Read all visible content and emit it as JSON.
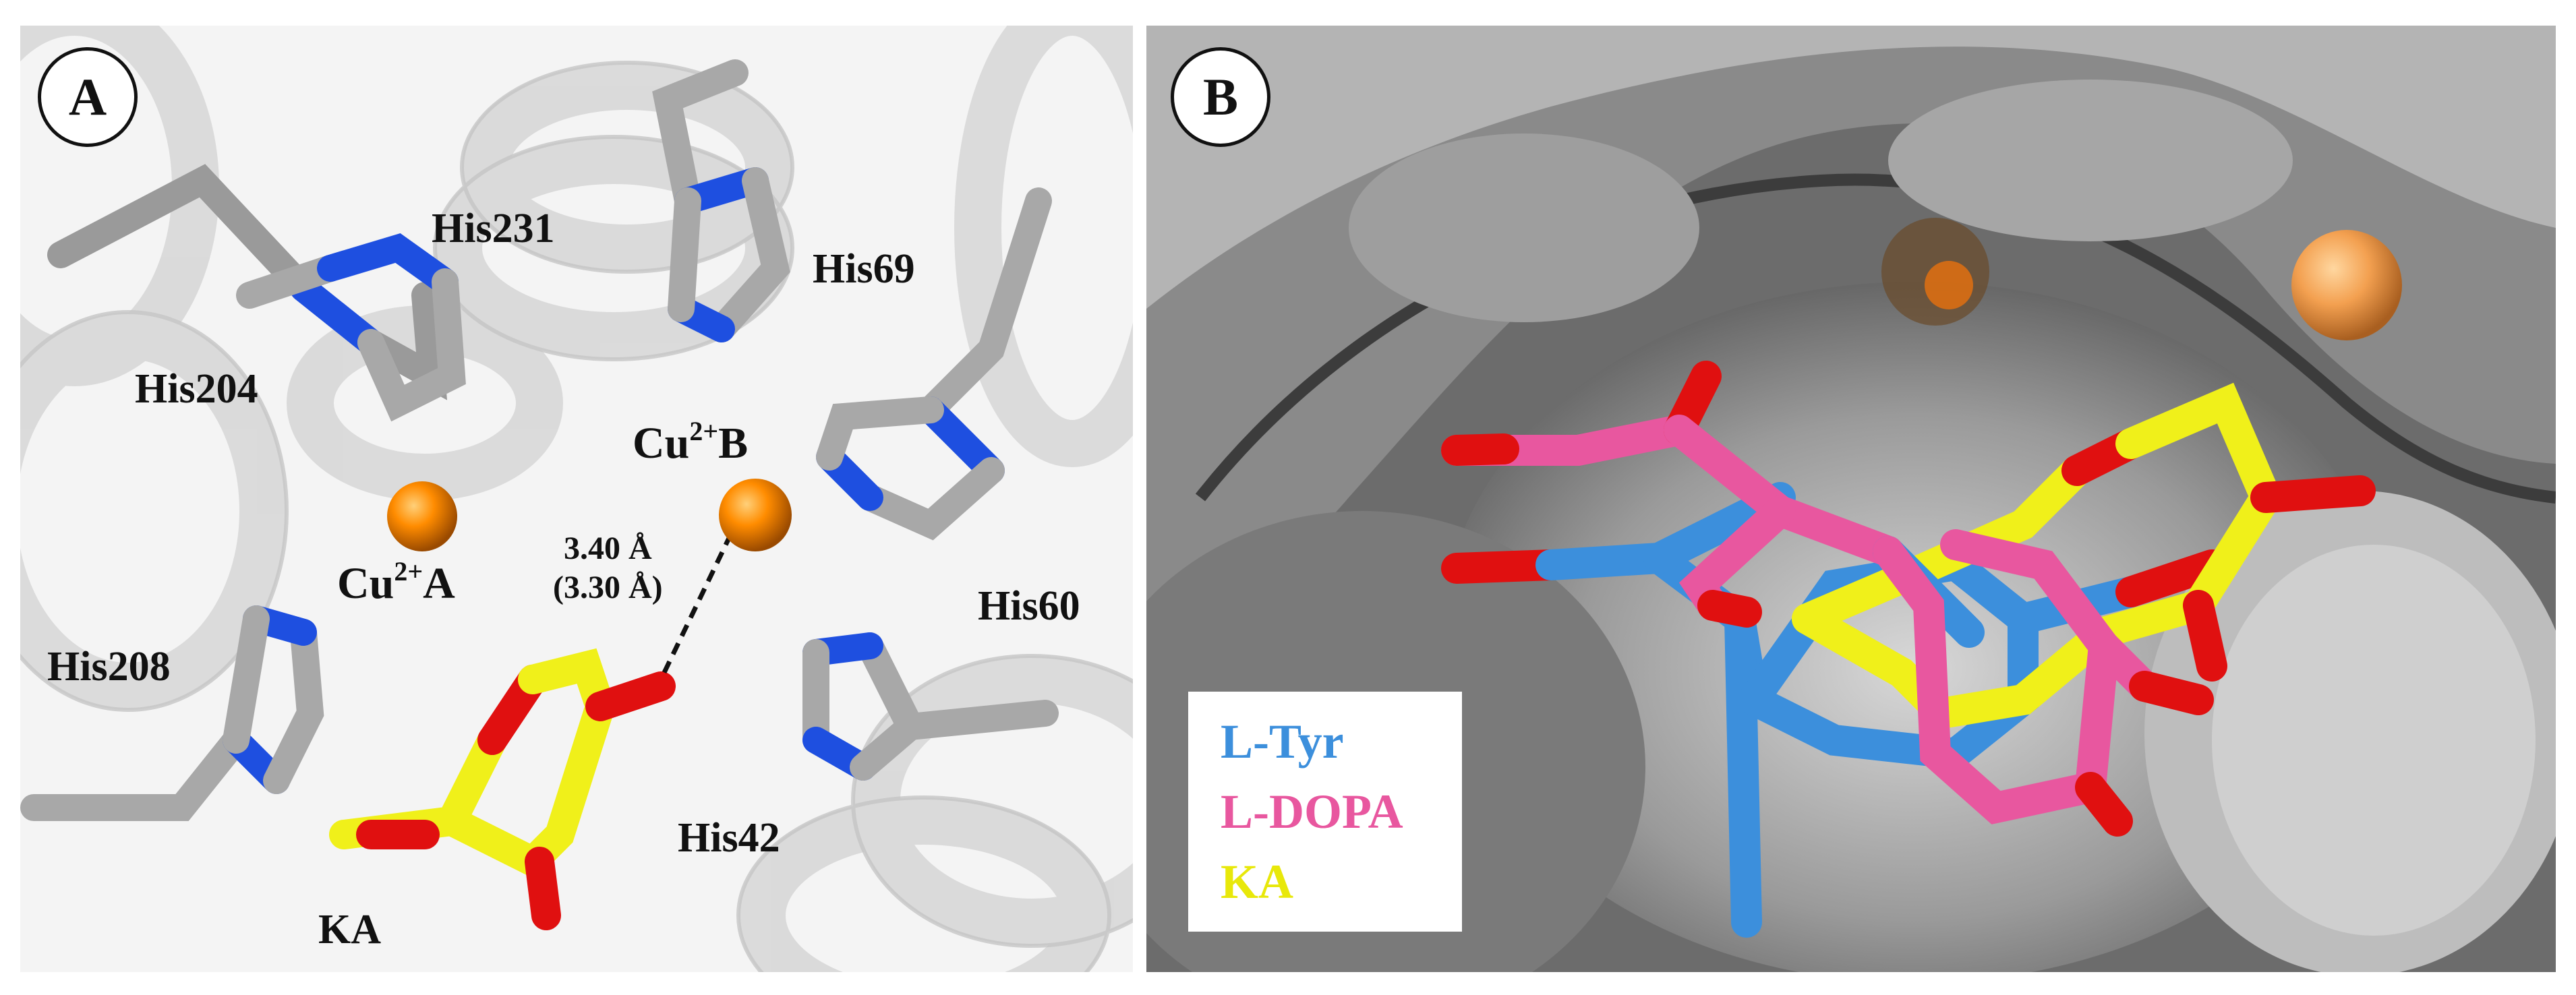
{
  "panel_a": {
    "badge": "A",
    "residues": {
      "his231": "His231",
      "his69": "His69",
      "his204": "His204",
      "his60": "His60",
      "his208": "His208",
      "his42": "His42",
      "ka": "KA"
    },
    "copper_a": {
      "prefix": "Cu",
      "charge": "2+",
      "suffix": "A"
    },
    "copper_b": {
      "prefix": "Cu",
      "charge": "2+",
      "suffix": "B"
    },
    "distance": {
      "value": "3.40 Å",
      "alt_value": "(3.30 Å)"
    }
  },
  "panel_b": {
    "badge": "B",
    "legend": [
      {
        "label": "L-Tyr",
        "color": "#3c8fdc"
      },
      {
        "label": "L-DOPA",
        "color": "#e8579f"
      },
      {
        "label": "KA",
        "color": "#f0f01a"
      }
    ]
  },
  "colors": {
    "carbon": "#a8a8a8",
    "nitrogen": "#1e4fe0",
    "oxygen": "#e01010",
    "copper": "#ff8c00",
    "ligand_ka": "#f0f01a",
    "ligand_tyr": "#3c8fdc",
    "ligand_dopa": "#e8579f",
    "surface": "#6a6a6a"
  }
}
